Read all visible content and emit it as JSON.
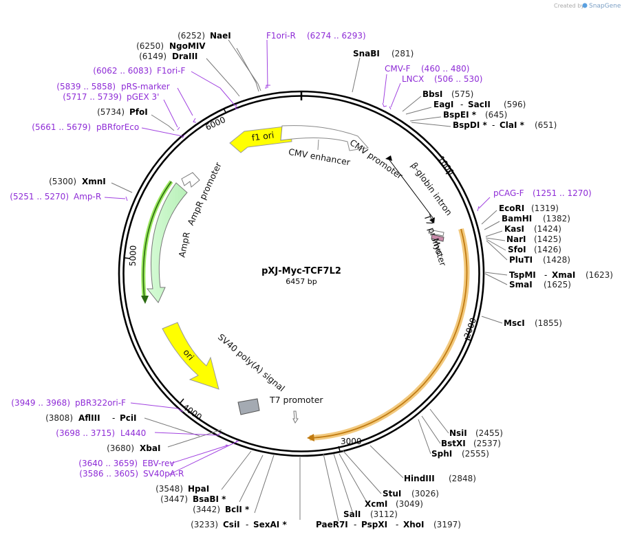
{
  "credit": {
    "text": "Created by",
    "brand": "SnapGene"
  },
  "plasmid": {
    "name": "pXJ-Myc-TCF7L2",
    "size": "6457 bp"
  },
  "ticks": [
    "1000",
    "2000",
    "3000",
    "4000",
    "5000",
    "6000"
  ],
  "features": {
    "f1_ori": "f1 ori",
    "cmv_enhancer": "CMV enhancer",
    "cmv_promoter": "CMV promoter",
    "beta_globin_intron": "β-globin intron",
    "t7_promoter_top": "T7 promoter",
    "myc": "Myc",
    "ampr_promoter": "AmpR promoter",
    "ampr": "AmpR",
    "ori": "ori",
    "sv40_polya": "SV40 poly(A) signal",
    "t7_promoter_bottom": "T7 promoter"
  },
  "primers": [
    {
      "name": "F1ori-R",
      "range": "(6274 .. 6293)"
    },
    {
      "name": "CMV-F",
      "range": "(460 .. 480)"
    },
    {
      "name": "LNCX",
      "range": "(506 .. 530)"
    },
    {
      "name": "F1ori-F",
      "range": "(6062 .. 6083)"
    },
    {
      "name": "pRS-marker",
      "range": "(5839 .. 5858)"
    },
    {
      "name": "pGEX 3'",
      "range": "(5717 .. 5739)"
    },
    {
      "name": "pBRforEco",
      "range": "(5661 .. 5679)"
    },
    {
      "name": "Amp-R",
      "range": "(5251 .. 5270)"
    },
    {
      "name": "pCAG-F",
      "range": "(1251 .. 1270)"
    },
    {
      "name": "pBR322ori-F",
      "range": "(3949 .. 3968)"
    },
    {
      "name": "L4440",
      "range": "(3698 .. 3715)"
    },
    {
      "name": "EBV-rev",
      "range": "(3640 .. 3659)"
    },
    {
      "name": "SV40pA-R",
      "range": "(3586 .. 3605)"
    }
  ],
  "enzymes": [
    {
      "pos": "(6252)",
      "name": "NaeI"
    },
    {
      "pos": "(6250)",
      "name": "NgoMIV"
    },
    {
      "pos": "(6149)",
      "name": "DraIII"
    },
    {
      "pos": "(5734)",
      "name": "PfoI"
    },
    {
      "pos": "(5300)",
      "name": "XmnI"
    },
    {
      "name": "SnaBI",
      "pos": "(281)"
    },
    {
      "name": "BbsI",
      "pos": "(575)"
    },
    {
      "name": "EagI",
      "name2": "SacII",
      "pos": "(596)"
    },
    {
      "name": "BspEI *",
      "pos": "(645)"
    },
    {
      "name": "BspDI *",
      "name2": "ClaI *",
      "pos": "(651)"
    },
    {
      "name": "EcoRI",
      "pos": "(1319)"
    },
    {
      "name": "BamHI",
      "pos": "(1382)"
    },
    {
      "name": "KasI",
      "pos": "(1424)"
    },
    {
      "name": "NarI",
      "pos": "(1425)"
    },
    {
      "name": "SfoI",
      "pos": "(1426)"
    },
    {
      "name": "PluTI",
      "pos": "(1428)"
    },
    {
      "name": "TspMI",
      "name2": "XmaI",
      "pos": "(1623)"
    },
    {
      "name": "SmaI",
      "pos": "(1625)"
    },
    {
      "name": "MscI",
      "pos": "(1855)"
    },
    {
      "name": "NsiI",
      "pos": "(2455)"
    },
    {
      "name": "BstXI",
      "pos": "(2537)"
    },
    {
      "name": "SphI",
      "pos": "(2555)"
    },
    {
      "name": "HindIII",
      "pos": "(2848)"
    },
    {
      "name": "StuI",
      "pos": "(3026)"
    },
    {
      "name": "XcmI",
      "pos": "(3049)"
    },
    {
      "name": "SalI",
      "pos": "(3112)"
    },
    {
      "name": "PaeR7I",
      "name2": "PspXI",
      "name3": "XhoI",
      "pos": "(3197)"
    },
    {
      "pos": "(3233)",
      "name": "CsiI",
      "name2": "SexAI *"
    },
    {
      "pos": "(3442)",
      "name": "BclI *"
    },
    {
      "pos": "(3447)",
      "name": "BsaBI *"
    },
    {
      "pos": "(3548)",
      "name": "HpaI"
    },
    {
      "pos": "(3680)",
      "name": "XbaI"
    },
    {
      "pos": "(3808)",
      "name": "AflIII",
      "name2": "PciI"
    }
  ]
}
